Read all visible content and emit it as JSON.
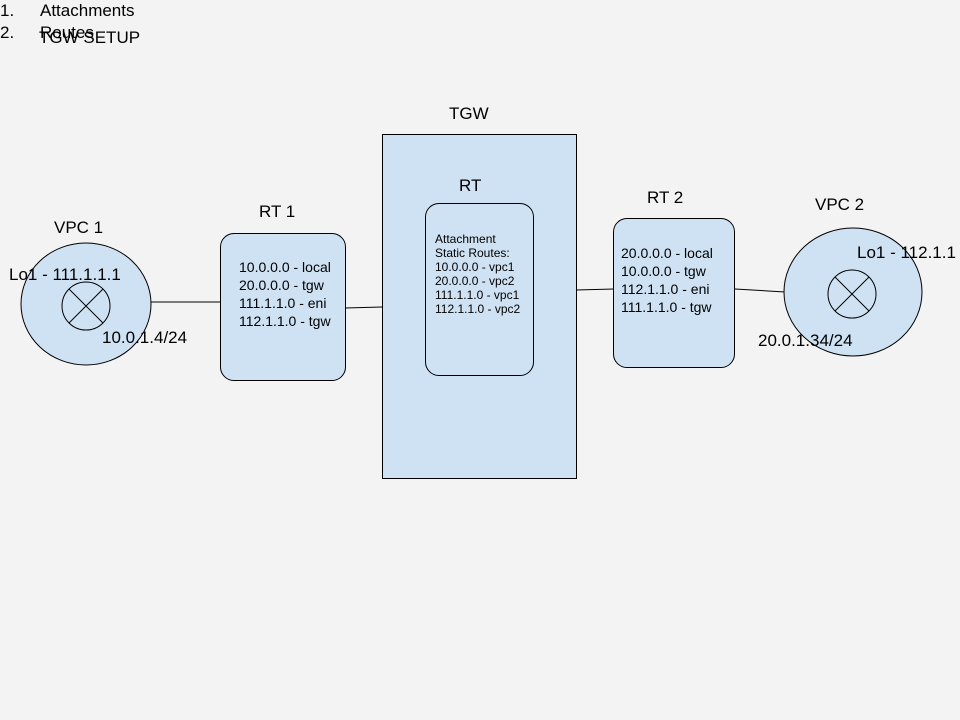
{
  "setup": {
    "title": "TGW SETUP",
    "steps": [
      {
        "num": "1.",
        "label": "Attachments"
      },
      {
        "num": "2.",
        "label": "Routes"
      }
    ]
  },
  "vpc1": {
    "label": "VPC 1",
    "loopback": "Lo1 - 111.1.1.1",
    "ip": "10.0.1.4/24"
  },
  "rt1": {
    "label": "RT 1",
    "routes": [
      "10.0.0.0 - local",
      "20.0.0.0 - tgw",
      "111.1.1.0 - eni",
      "112.1.1.0 - tgw"
    ]
  },
  "tgw": {
    "label": "TGW",
    "rt": {
      "label": "RT",
      "lines": [
        "Attachment",
        "Static Routes:",
        "10.0.0.0 - vpc1",
        "20.0.0.0 - vpc2",
        "111.1.1.0 - vpc1",
        "112.1.1.0 - vpc2"
      ]
    }
  },
  "rt2": {
    "label": "RT 2",
    "routes": [
      "20.0.0.0 - local",
      "10.0.0.0 - tgw",
      "112.1.1.0 - eni",
      "111.1.1.0 - tgw"
    ]
  },
  "vpc2": {
    "label": "VPC 2",
    "loopback": "Lo1 - 112.1.1",
    "ip": "20.0.1.34/24"
  },
  "colors": {
    "fill": "#cfe2f3",
    "stroke": "#000000",
    "background": "#f3f3f3"
  }
}
